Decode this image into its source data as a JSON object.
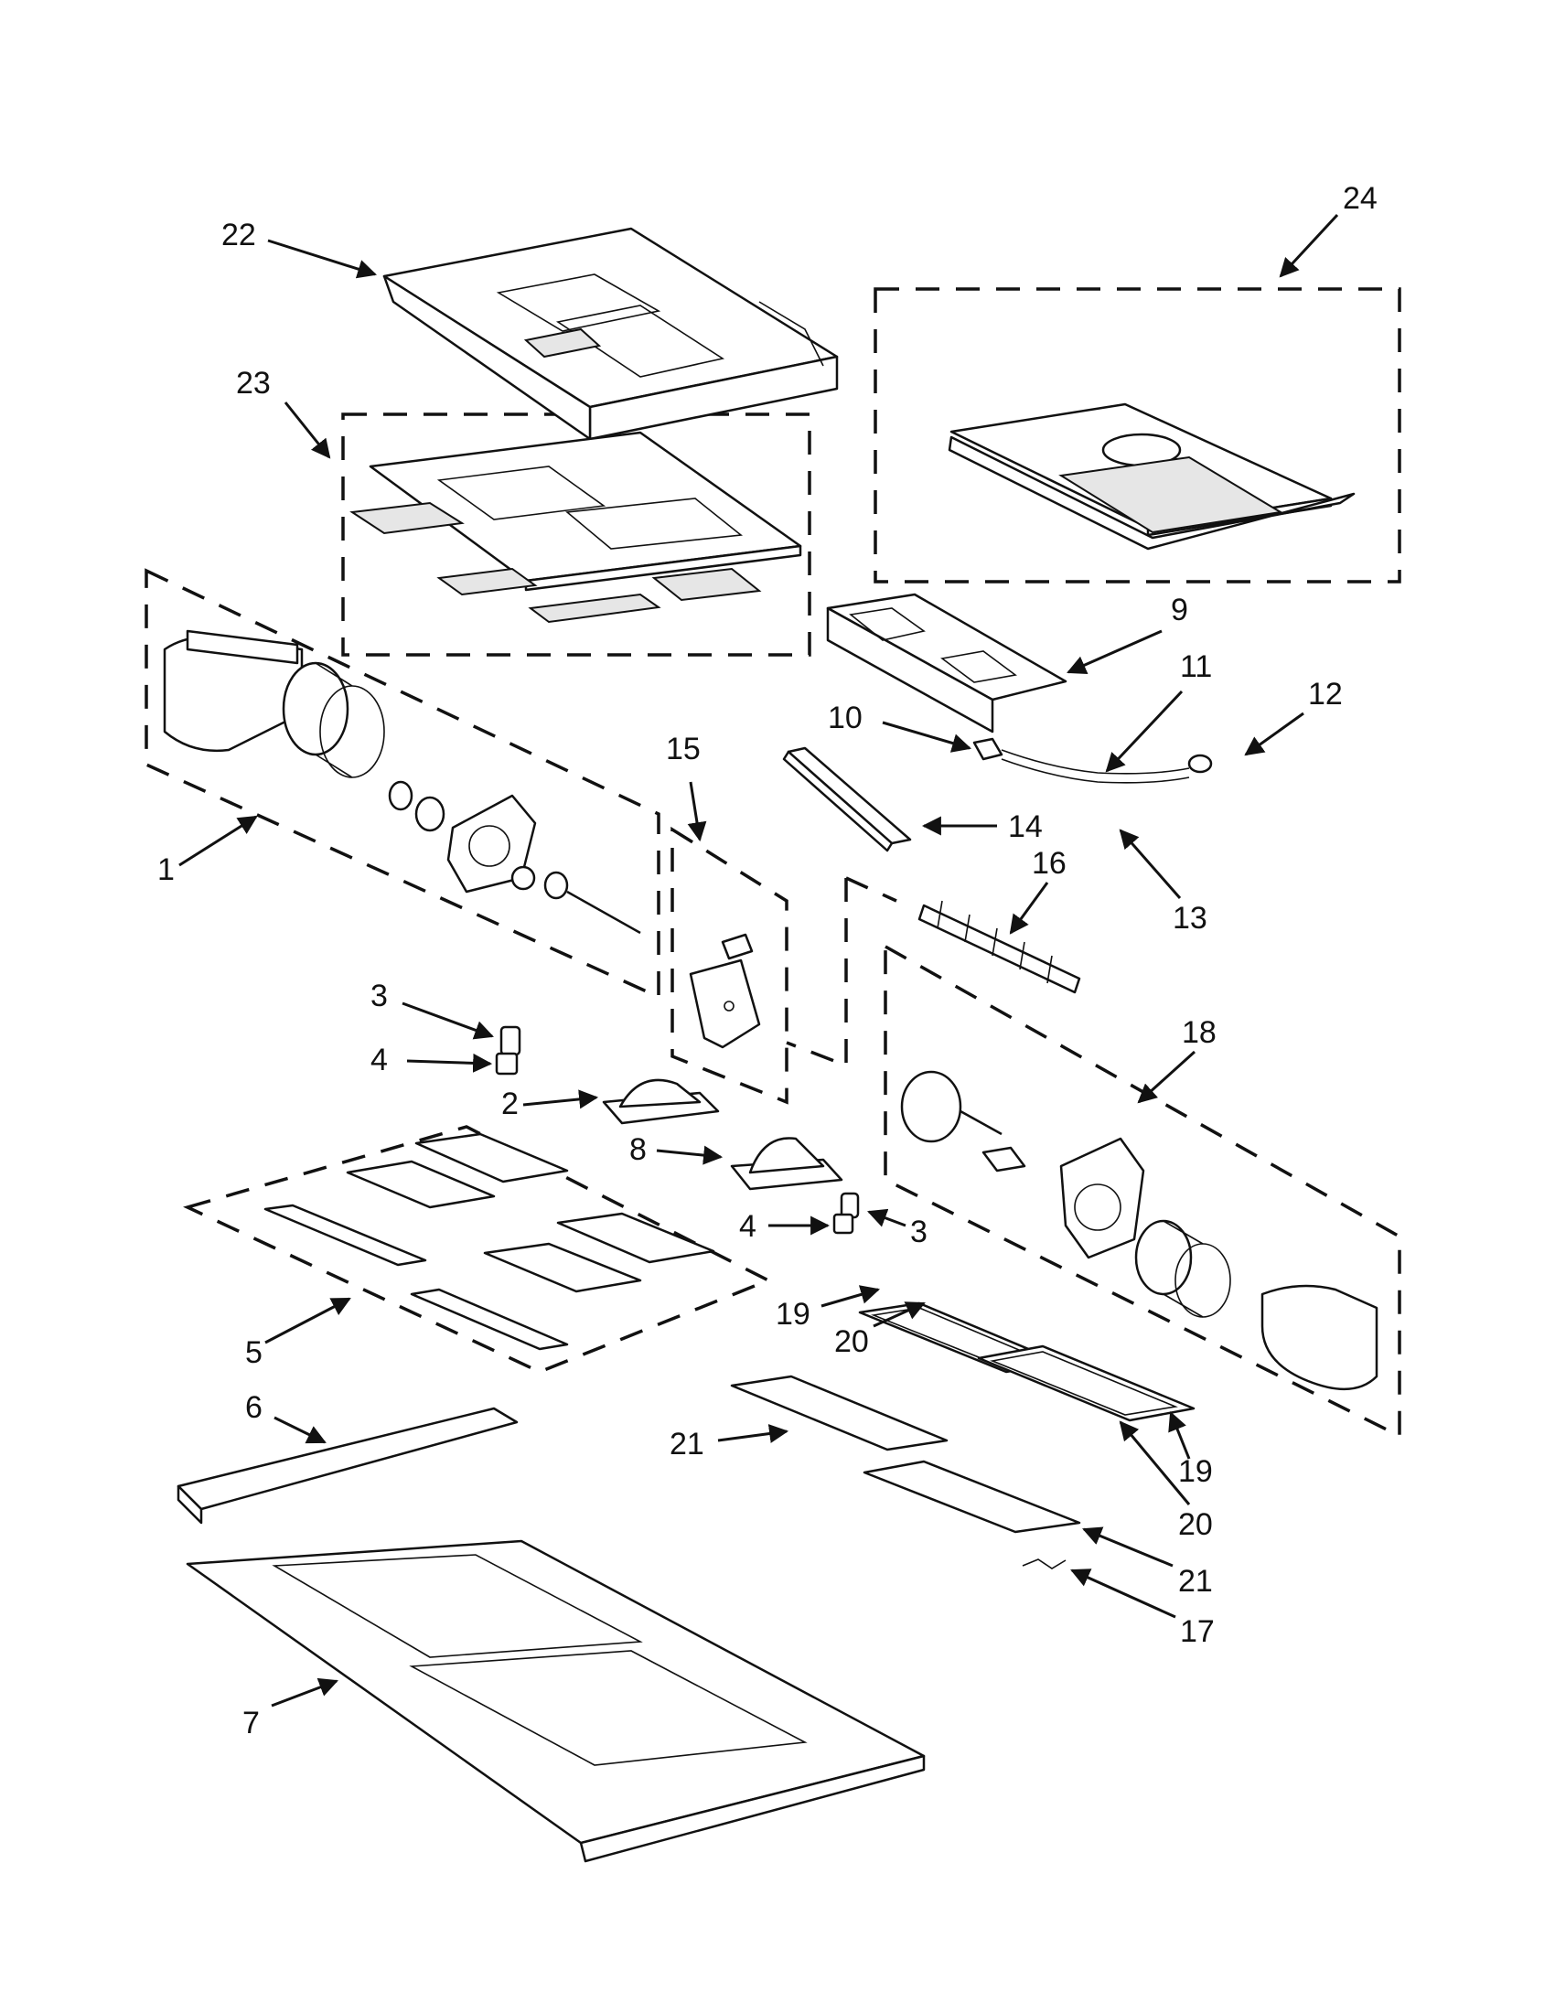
{
  "callouts": [
    {
      "id": "22",
      "label": "22"
    },
    {
      "id": "23",
      "label": "23"
    },
    {
      "id": "24",
      "label": "24"
    },
    {
      "id": "1",
      "label": "1"
    },
    {
      "id": "15",
      "label": "15"
    },
    {
      "id": "9",
      "label": "9"
    },
    {
      "id": "11",
      "label": "11"
    },
    {
      "id": "10",
      "label": "10"
    },
    {
      "id": "12",
      "label": "12"
    },
    {
      "id": "14",
      "label": "14"
    },
    {
      "id": "16",
      "label": "16"
    },
    {
      "id": "13",
      "label": "13"
    },
    {
      "id": "3a",
      "label": "3"
    },
    {
      "id": "4a",
      "label": "4"
    },
    {
      "id": "2",
      "label": "2"
    },
    {
      "id": "18",
      "label": "18"
    },
    {
      "id": "8",
      "label": "8"
    },
    {
      "id": "4b",
      "label": "4"
    },
    {
      "id": "3b",
      "label": "3"
    },
    {
      "id": "19a",
      "label": "19"
    },
    {
      "id": "20a",
      "label": "20"
    },
    {
      "id": "5",
      "label": "5"
    },
    {
      "id": "6",
      "label": "6"
    },
    {
      "id": "21a",
      "label": "21"
    },
    {
      "id": "19b",
      "label": "19"
    },
    {
      "id": "20b",
      "label": "20"
    },
    {
      "id": "21b",
      "label": "21"
    },
    {
      "id": "17",
      "label": "17"
    },
    {
      "id": "7",
      "label": "7"
    }
  ]
}
